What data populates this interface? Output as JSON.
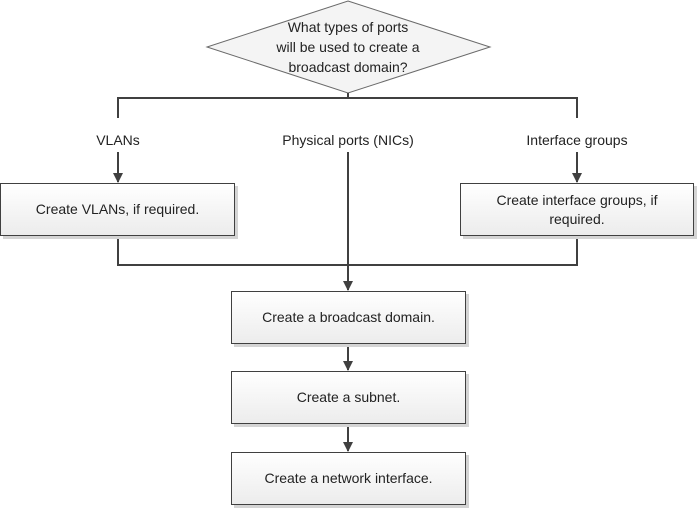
{
  "decision": {
    "question_lines": [
      "What types of ports",
      "will be used to create a",
      "broadcast domain?"
    ]
  },
  "branches": {
    "left": "VLANs",
    "center": "Physical ports (NICs)",
    "right": "Interface groups"
  },
  "steps": {
    "vlans": "Create VLANs, if required.",
    "interface_groups": "Create interface groups, if required.",
    "broadcast_domain": "Create a broadcast domain.",
    "subnet": "Create a subnet.",
    "network_interface": "Create a network interface."
  },
  "colors": {
    "line": "#404040",
    "box_border": "#404040",
    "box_fill_top": "#ffffff",
    "box_fill_bottom": "#ececec"
  }
}
